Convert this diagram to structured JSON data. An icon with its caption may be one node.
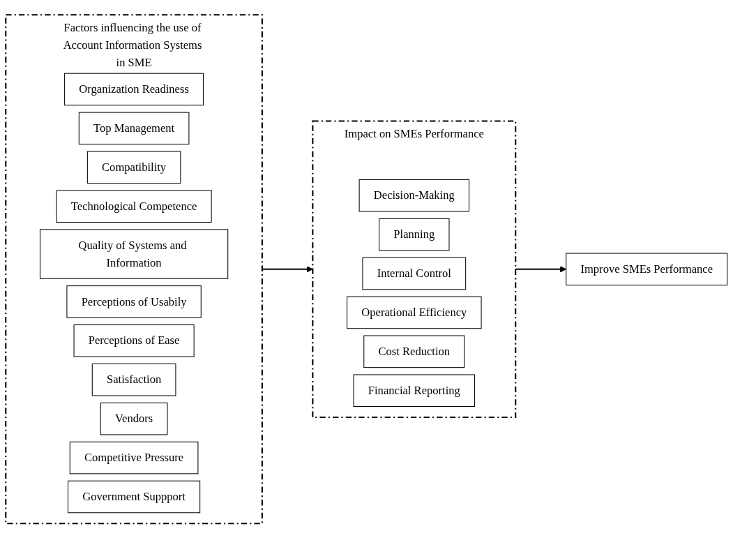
{
  "diagram": {
    "nodes": [
      {
        "text": [
          "Factors influencing the use of Account Information Systems in SME"
        ]
      },
      {
        "text": [
          "Organization Readiness"
        ],
        "in": 0
      },
      {
        "text": [
          "Top Management"
        ],
        "in": 0
      },
      {
        "text": [
          "Compatibility"
        ],
        "in": 0
      },
      {
        "text": [
          "Technological Competence"
        ],
        "in": 0
      },
      {
        "text": [
          "Quality of Systems and Information"
        ],
        "in": 0
      },
      {
        "text": [
          "Perceptions of Usabily"
        ],
        "in": 0
      },
      {
        "text": [
          "Perceptions of Ease"
        ],
        "in": 0
      },
      {
        "text": [
          "Satisfaction"
        ],
        "in": 0
      },
      {
        "text": [
          "Vendors"
        ],
        "in": 0
      },
      {
        "text": [
          "Competitive Pressure"
        ],
        "in": 0
      },
      {
        "text": [
          "Government Suppport"
        ],
        "in": 0
      },
      {
        "text": [
          "Impact on SMEs Performance"
        ]
      },
      {
        "text": [
          "Decision-Making"
        ],
        "in": 12
      },
      {
        "text": [
          "Planning"
        ],
        "in": 12
      },
      {
        "text": [
          "Internal Control"
        ],
        "in": 12
      },
      {
        "text": [
          "Operational Efficiency"
        ],
        "in": 12
      },
      {
        "text": [
          "Cost Reduction"
        ],
        "in": 12
      },
      {
        "text": [
          "Financial Reporting"
        ],
        "in": 12
      },
      {
        "text": [
          "Improve SMEs Performance"
        ]
      }
    ],
    "edges": [
      {
        "from": 0,
        "to": 12,
        "arrow": "to"
      },
      {
        "from": 12,
        "to": 19,
        "arrow": "to"
      }
    ]
  }
}
